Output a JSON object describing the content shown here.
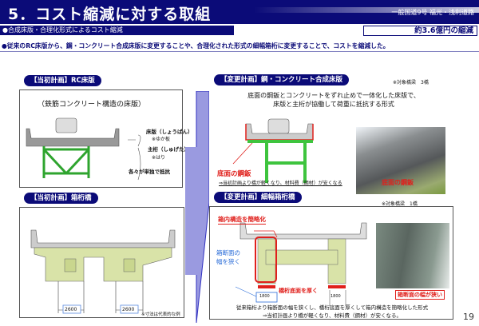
{
  "header": {
    "title": "5．コスト縮減に対する取組",
    "route": "一般国道9号 福光・浅利道路"
  },
  "section": {
    "subtitle": "●合成床版・合理化形式によるコスト縮減",
    "saving": "約3.6億円の縮減"
  },
  "lead": "●従来のRC床版から、鋼・コンクリート合成床版に変更することや、合理化された形式の細幅箱桁に変更することで、コストを縮減した。",
  "panel_rc": {
    "label": "【当初計画】RC床版",
    "caption": "（鉄筋コンクリート構造の床版）",
    "deck": "床版（しょうばん）",
    "deck_note": "※ゆか板",
    "girder": "主桁（しゅげた）",
    "girder_note": "※はり",
    "resist": "各々が単独で抵抗"
  },
  "panel_box": {
    "label": "【当初計画】箱桁橋",
    "dim1": "2600",
    "dim2": "2600",
    "note": "※寸法は代表的な例"
  },
  "panel_composite": {
    "label": "【変更計画】鋼・コンクリート合成床版",
    "count": "※対象橋梁　3橋",
    "desc1": "底面の鋼鈑とコンクリートをずれ止めで一体化した床版で、",
    "desc2": "床版と主桁が協働して荷重に抵抗する形式",
    "steel_label": "底面の鋼鈑",
    "photo_label": "底面の鋼鈑",
    "footer": "⇒当初計画より橋が軽くなり、材料費（鋼材）が安くなる"
  },
  "panel_narrow": {
    "label": "【変更計画】細幅箱桁橋",
    "count": "※対象橋梁　1橋",
    "simplify": "箱内構造を簡略化",
    "narrow1": "箱断面の",
    "narrow2": "幅を狭く",
    "thick": "橋桁底面を厚く",
    "dim1": "1800",
    "dim2": "1800",
    "photo_label": "箱断面の幅が狭い",
    "footer1": "従来箱桁より箱断面の幅を狭くし、橋桁底面を厚くして箱内構造を簡略化した形式",
    "footer2": "⇒当初計画より橋が軽くなり、材料費（鋼材）が安くなる。"
  },
  "page": "19"
}
